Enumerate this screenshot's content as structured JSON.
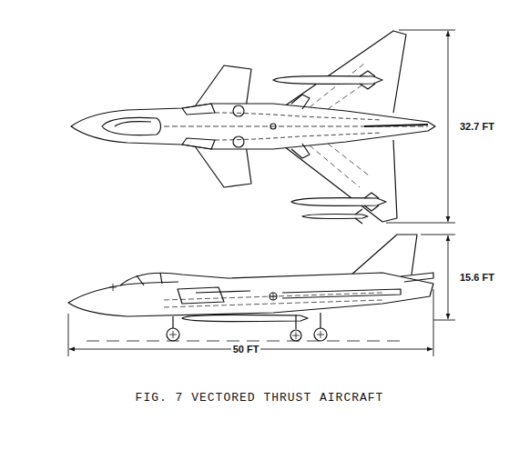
{
  "diagram": {
    "caption": "FIG. 7 VECTORED THRUST AIRCRAFT",
    "labels": [
      "32.7 FT",
      "15.6 FT",
      "50 FT"
    ]
  }
}
